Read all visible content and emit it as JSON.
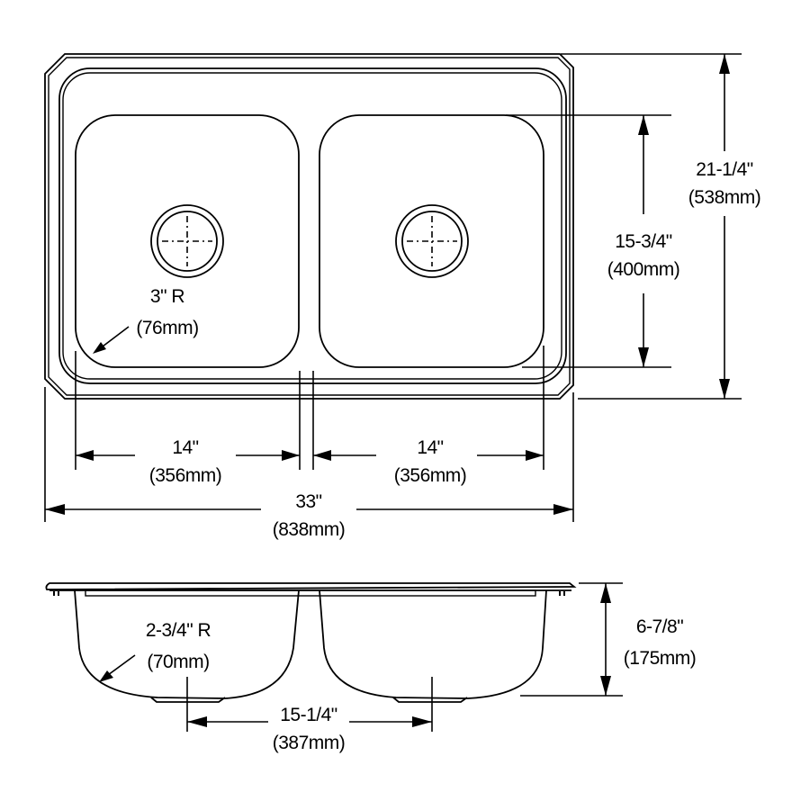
{
  "drawing": {
    "title": "Double bowl drop-in sink dimension drawing",
    "colors": {
      "line": "#000000",
      "background": "#ffffff"
    }
  },
  "top_view": {
    "bowl_corner_radius": {
      "imperial": "3\" R",
      "metric": "(76mm)"
    },
    "overall_depth": {
      "imperial": "21-1/4\"",
      "metric": "(538mm)"
    },
    "bowl_depth": {
      "imperial": "15-3/4\"",
      "metric": "(400mm)"
    },
    "left_bowl_width": {
      "imperial": "14\"",
      "metric": "(356mm)"
    },
    "right_bowl_width": {
      "imperial": "14\"",
      "metric": "(356mm)"
    },
    "overall_width": {
      "imperial": "33\"",
      "metric": "(838mm)"
    }
  },
  "side_view": {
    "bottom_radius": {
      "imperial": "2-3/4\" R",
      "metric": "(70mm)"
    },
    "drain_center_spacing": {
      "imperial": "15-1/4\"",
      "metric": "(387mm)"
    },
    "bowl_height": {
      "imperial": "6-7/8\"",
      "metric": "(175mm)"
    }
  }
}
